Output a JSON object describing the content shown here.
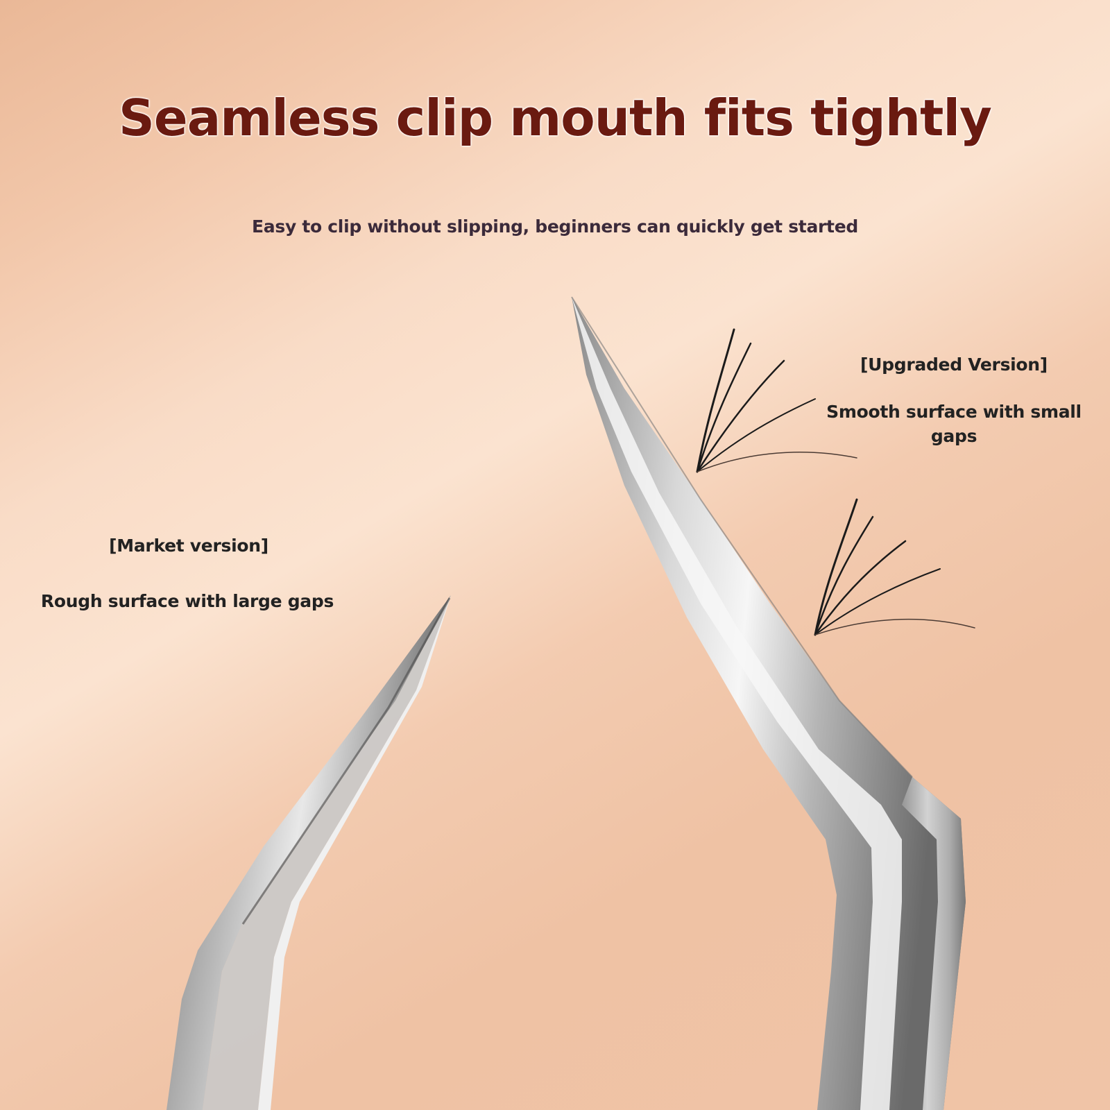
{
  "headline": "Seamless clip mouth fits tightly",
  "subline": "Easy to clip without slipping, beginners can quickly get started",
  "upgraded": {
    "title": "[Upgraded Version]",
    "description": "Smooth surface with small gaps"
  },
  "market": {
    "title": "[Market version]",
    "description": "Rough surface with large gaps"
  },
  "colors": {
    "headline": "#6a1a10",
    "subline": "#3b2a3a",
    "label": "#222222",
    "background": "#f2c7aa"
  }
}
